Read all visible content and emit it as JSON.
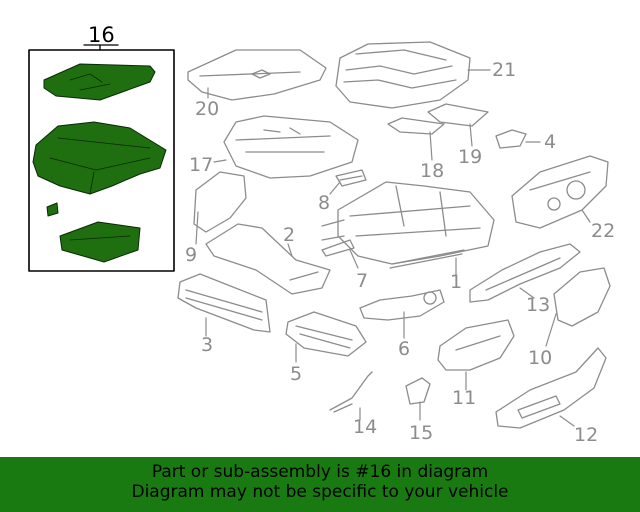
{
  "diagram": {
    "highlight_color": "#1f6e10",
    "line_color": "#8c8c8c",
    "highlighted_part": "16",
    "callouts": {
      "c16": "16",
      "c20": "20",
      "c21": "21",
      "c17": "17",
      "c18": "18",
      "c19": "19",
      "c4": "4",
      "c8": "8",
      "c22": "22",
      "c9": "9",
      "c2": "2",
      "c7": "7",
      "c1": "1",
      "c13": "13",
      "c3": "3",
      "c6": "6",
      "c10": "10",
      "c5": "5",
      "c11": "11",
      "c14": "14",
      "c15": "15",
      "c12": "12"
    }
  },
  "footer": {
    "background": "#1a7a12",
    "line1": "Part or sub-assembly is #16 in diagram",
    "line2": "Diagram may not be specific to your vehicle"
  }
}
